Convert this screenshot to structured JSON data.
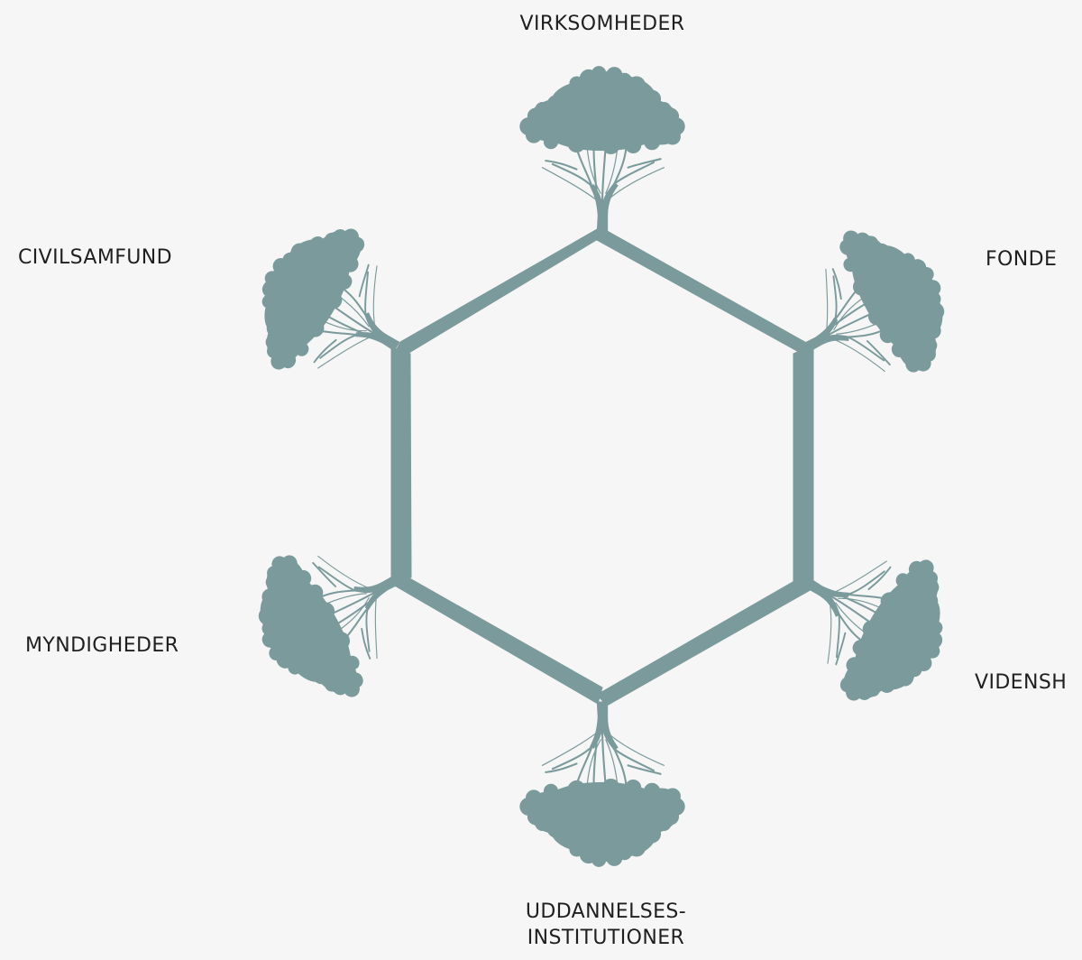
{
  "diagram": {
    "colors": {
      "background": "#f6f6f6",
      "tree": "#7b9a9b",
      "text": "#1f1f1f"
    },
    "labels": {
      "top": "VIRKSOMHEDER",
      "upper_right": "FONDE",
      "upper_left": "CIVILSAMFUND",
      "lower_left": "MYNDIGHEDER",
      "lower_right": "VIDENSH",
      "bottom_line1": "UDDANNELSES-",
      "bottom_line2": "INSTITUTIONER"
    }
  }
}
